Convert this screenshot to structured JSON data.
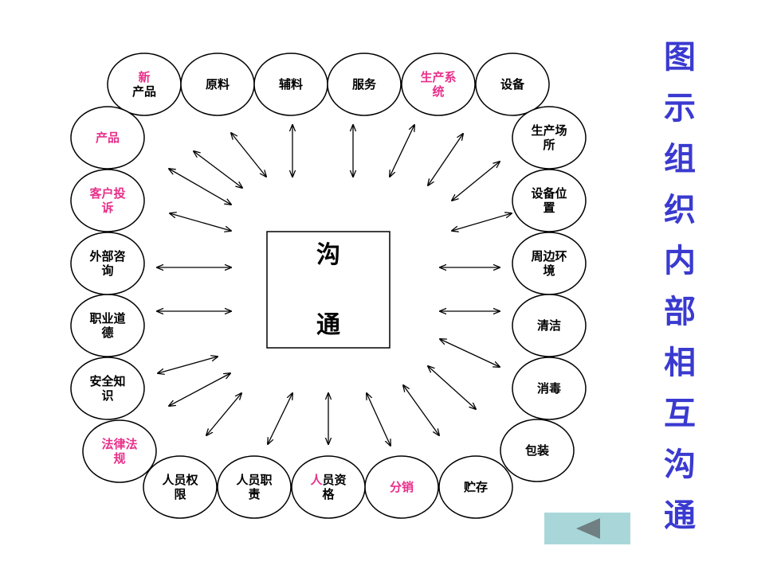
{
  "colors": {
    "black": "#000000",
    "pink": "#e8308a",
    "title": "#3a3ad0",
    "button": "#a9d7d9"
  },
  "center": {
    "line1": "沟",
    "line2": "通"
  },
  "title": "图示组织内部相互沟通",
  "nodes": [
    {
      "id": "new-product",
      "lines": [
        [
          {
            "t": "新",
            "c": "pink"
          }
        ],
        [
          {
            "t": "产品",
            "c": "black"
          }
        ]
      ]
    },
    {
      "id": "raw-material",
      "lines": [
        [
          {
            "t": "原料",
            "c": "black"
          }
        ]
      ]
    },
    {
      "id": "auxiliary",
      "lines": [
        [
          {
            "t": "辅料",
            "c": "black"
          }
        ]
      ]
    },
    {
      "id": "service",
      "lines": [
        [
          {
            "t": "服务",
            "c": "black"
          }
        ]
      ]
    },
    {
      "id": "production-system",
      "lines": [
        [
          {
            "t": "生产系",
            "c": "pink"
          }
        ],
        [
          {
            "t": "统",
            "c": "pink"
          }
        ]
      ]
    },
    {
      "id": "equipment",
      "lines": [
        [
          {
            "t": "设备",
            "c": "black"
          }
        ]
      ]
    },
    {
      "id": "production-site",
      "lines": [
        [
          {
            "t": "生产场",
            "c": "black"
          }
        ],
        [
          {
            "t": "所",
            "c": "black"
          }
        ]
      ]
    },
    {
      "id": "equipment-location",
      "lines": [
        [
          {
            "t": "设备位",
            "c": "black"
          }
        ],
        [
          {
            "t": "置",
            "c": "black"
          }
        ]
      ]
    },
    {
      "id": "surroundings",
      "lines": [
        [
          {
            "t": "周边环",
            "c": "black"
          }
        ],
        [
          {
            "t": "境",
            "c": "black"
          }
        ]
      ]
    },
    {
      "id": "cleaning",
      "lines": [
        [
          {
            "t": "清洁",
            "c": "black"
          }
        ]
      ]
    },
    {
      "id": "disinfection",
      "lines": [
        [
          {
            "t": "消毒",
            "c": "black"
          }
        ]
      ]
    },
    {
      "id": "packaging",
      "lines": [
        [
          {
            "t": "包装",
            "c": "black"
          }
        ]
      ]
    },
    {
      "id": "storage",
      "lines": [
        [
          {
            "t": "贮存",
            "c": "black"
          }
        ]
      ]
    },
    {
      "id": "distribution",
      "lines": [
        [
          {
            "t": "分销",
            "c": "pink"
          }
        ]
      ]
    },
    {
      "id": "personnel-qualification",
      "lines": [
        [
          {
            "t": "人",
            "c": "pink"
          },
          {
            "t": "员资",
            "c": "black"
          }
        ],
        [
          {
            "t": "格",
            "c": "black"
          }
        ]
      ]
    },
    {
      "id": "personnel-duty",
      "lines": [
        [
          {
            "t": "人员职",
            "c": "black"
          }
        ],
        [
          {
            "t": "责",
            "c": "black"
          }
        ]
      ]
    },
    {
      "id": "personnel-authority",
      "lines": [
        [
          {
            "t": "人员权",
            "c": "black"
          }
        ],
        [
          {
            "t": "限",
            "c": "black"
          }
        ]
      ]
    },
    {
      "id": "laws-regulations",
      "lines": [
        [
          {
            "t": "法律法",
            "c": "pink"
          }
        ],
        [
          {
            "t": "规",
            "c": "pink"
          }
        ]
      ]
    },
    {
      "id": "safety-knowledge",
      "lines": [
        [
          {
            "t": "安全知",
            "c": "black"
          }
        ],
        [
          {
            "t": "识",
            "c": "black"
          }
        ]
      ]
    },
    {
      "id": "professional-ethics",
      "lines": [
        [
          {
            "t": "职业道",
            "c": "black"
          }
        ],
        [
          {
            "t": "德",
            "c": "black"
          }
        ]
      ]
    },
    {
      "id": "external-consultation",
      "lines": [
        [
          {
            "t": "外部咨",
            "c": "black"
          }
        ],
        [
          {
            "t": "询",
            "c": "black"
          }
        ]
      ]
    },
    {
      "id": "customer-complaint",
      "lines": [
        [
          {
            "t": "客户投",
            "c": "pink"
          }
        ],
        [
          {
            "t": "诉",
            "c": "pink"
          }
        ]
      ]
    },
    {
      "id": "product",
      "lines": [
        [
          {
            "t": "产品",
            "c": "pink"
          }
        ]
      ]
    }
  ],
  "back_button": {
    "icon": "back-triangle-icon"
  }
}
